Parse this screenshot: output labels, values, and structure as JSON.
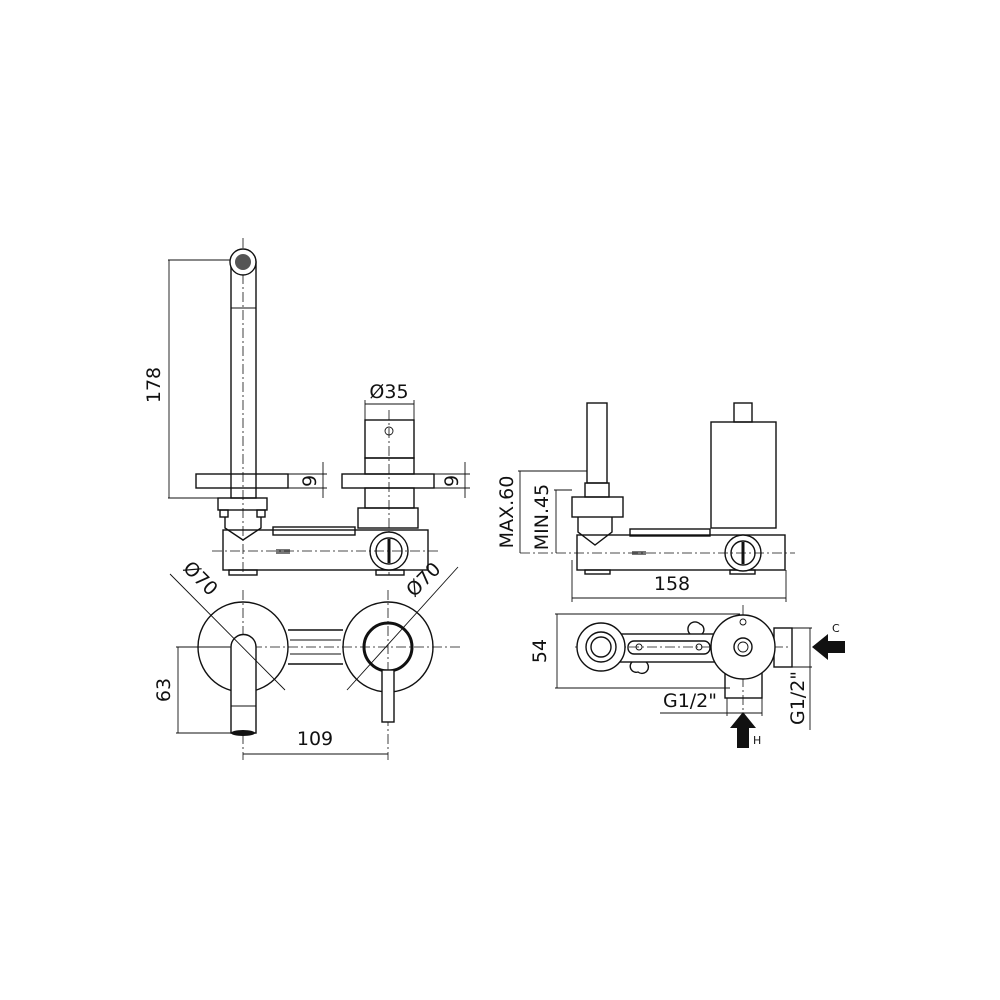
{
  "dimensions": {
    "spout_height": "178",
    "cartridge_diameter": "Ø35",
    "flange_thickness_left": "9",
    "flange_thickness_right": "9",
    "flange_diameter_left": "Ø70",
    "flange_diameter_right": "Ø70",
    "spout_projection": "63",
    "center_distance": "109",
    "max_depth": "MAX.60",
    "min_depth": "MIN.45",
    "body_length": "158",
    "body_width": "54",
    "inlet_hot_thread": "G1/2\"",
    "inlet_cold_thread": "G1/2\""
  },
  "inlets": {
    "cold_label": "C",
    "hot_label": "H"
  }
}
